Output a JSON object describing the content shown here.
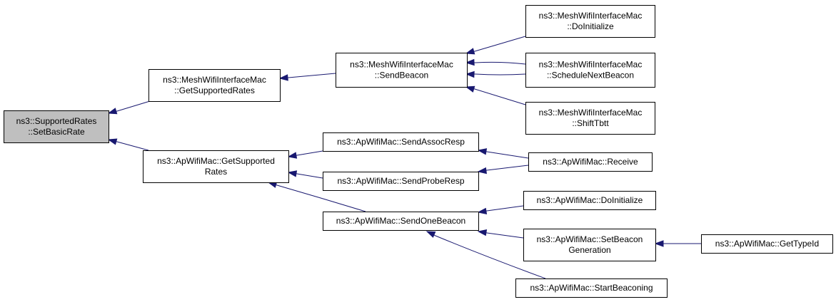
{
  "diagram": {
    "edge_color": "#191970",
    "root_fill": "#bfbfbf",
    "nodes": [
      {
        "id": "root",
        "lines": [
          "ns3::SupportedRates",
          "::SetBasicRate"
        ]
      },
      {
        "id": "mesh_getrates",
        "lines": [
          "ns3::MeshWifiInterfaceMac",
          "::GetSupportedRates"
        ]
      },
      {
        "id": "ap_getrates",
        "lines": [
          "ns3::ApWifiMac::GetSupported",
          "Rates"
        ]
      },
      {
        "id": "mesh_sendbeacon",
        "lines": [
          "ns3::MeshWifiInterfaceMac",
          "::SendBeacon"
        ]
      },
      {
        "id": "mesh_doinit",
        "lines": [
          "ns3::MeshWifiInterfaceMac",
          "::DoInitialize"
        ]
      },
      {
        "id": "mesh_schedule",
        "lines": [
          "ns3::MeshWifiInterfaceMac",
          "::ScheduleNextBeacon"
        ]
      },
      {
        "id": "mesh_shift",
        "lines": [
          "ns3::MeshWifiInterfaceMac",
          "::ShiftTbtt"
        ]
      },
      {
        "id": "ap_assoc",
        "lines": [
          "ns3::ApWifiMac::SendAssocResp"
        ]
      },
      {
        "id": "ap_probe",
        "lines": [
          "ns3::ApWifiMac::SendProbeResp"
        ]
      },
      {
        "id": "ap_onebeacon",
        "lines": [
          "ns3::ApWifiMac::SendOneBeacon"
        ]
      },
      {
        "id": "ap_receive",
        "lines": [
          "ns3::ApWifiMac::Receive"
        ]
      },
      {
        "id": "ap_doinit",
        "lines": [
          "ns3::ApWifiMac::DoInitialize"
        ]
      },
      {
        "id": "ap_setbeacon",
        "lines": [
          "ns3::ApWifiMac::SetBeacon",
          "Generation"
        ]
      },
      {
        "id": "ap_start",
        "lines": [
          "ns3::ApWifiMac::StartBeaconing"
        ]
      },
      {
        "id": "ap_typeid",
        "lines": [
          "ns3::ApWifiMac::GetTypeId"
        ]
      }
    ],
    "edges": [
      {
        "from": "mesh_getrates",
        "to": "root"
      },
      {
        "from": "ap_getrates",
        "to": "root"
      },
      {
        "from": "mesh_sendbeacon",
        "to": "mesh_getrates"
      },
      {
        "from": "mesh_doinit",
        "to": "mesh_sendbeacon"
      },
      {
        "from": "mesh_schedule",
        "to": "mesh_sendbeacon"
      },
      {
        "from": "mesh_sendbeacon",
        "to": "mesh_schedule"
      },
      {
        "from": "mesh_shift",
        "to": "mesh_sendbeacon"
      },
      {
        "from": "ap_assoc",
        "to": "ap_getrates"
      },
      {
        "from": "ap_probe",
        "to": "ap_getrates"
      },
      {
        "from": "ap_onebeacon",
        "to": "ap_getrates"
      },
      {
        "from": "ap_receive",
        "to": "ap_assoc"
      },
      {
        "from": "ap_receive",
        "to": "ap_probe"
      },
      {
        "from": "ap_doinit",
        "to": "ap_onebeacon"
      },
      {
        "from": "ap_setbeacon",
        "to": "ap_onebeacon"
      },
      {
        "from": "ap_start",
        "to": "ap_onebeacon"
      },
      {
        "from": "ap_typeid",
        "to": "ap_setbeacon"
      }
    ]
  }
}
